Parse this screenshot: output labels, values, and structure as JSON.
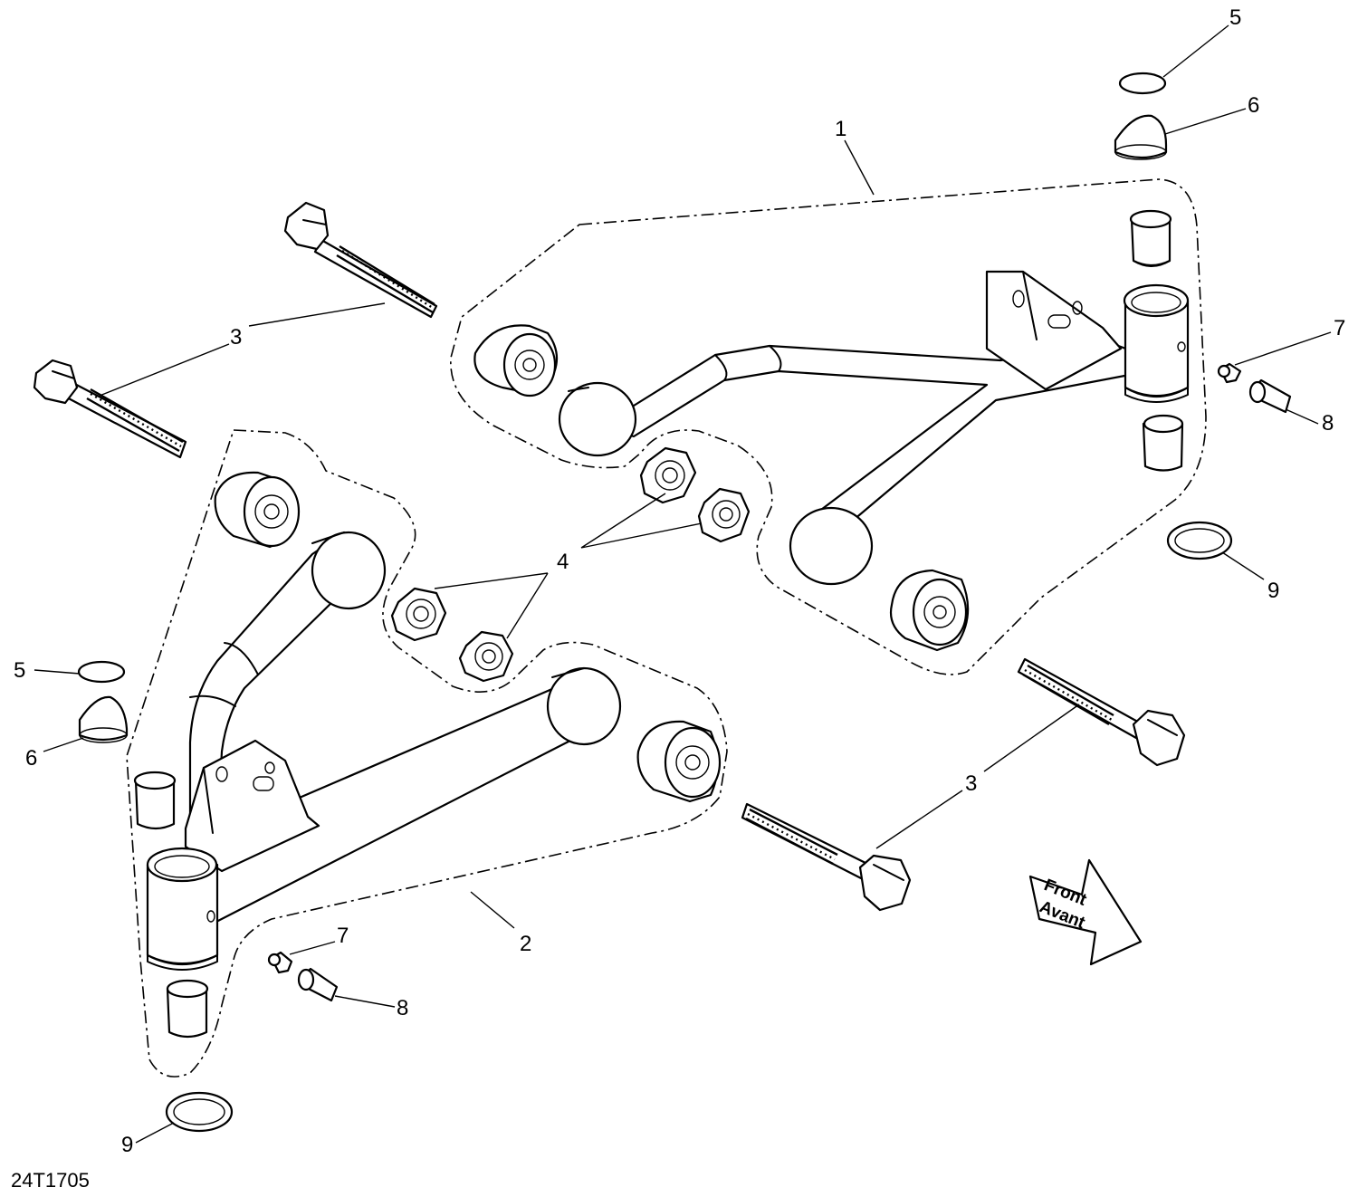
{
  "figure_ref": "24T1705",
  "direction_arrow": {
    "line1": "Front",
    "line2": "Avant"
  },
  "callouts": {
    "c1": "1",
    "c2": "2",
    "c3a": "3",
    "c3b": "3",
    "c4": "4",
    "c5a": "5",
    "c5b": "5",
    "c6a": "6",
    "c6b": "6",
    "c7a": "7",
    "c7b": "7",
    "c8a": "8",
    "c8b": "8",
    "c9a": "9",
    "c9b": "9"
  }
}
